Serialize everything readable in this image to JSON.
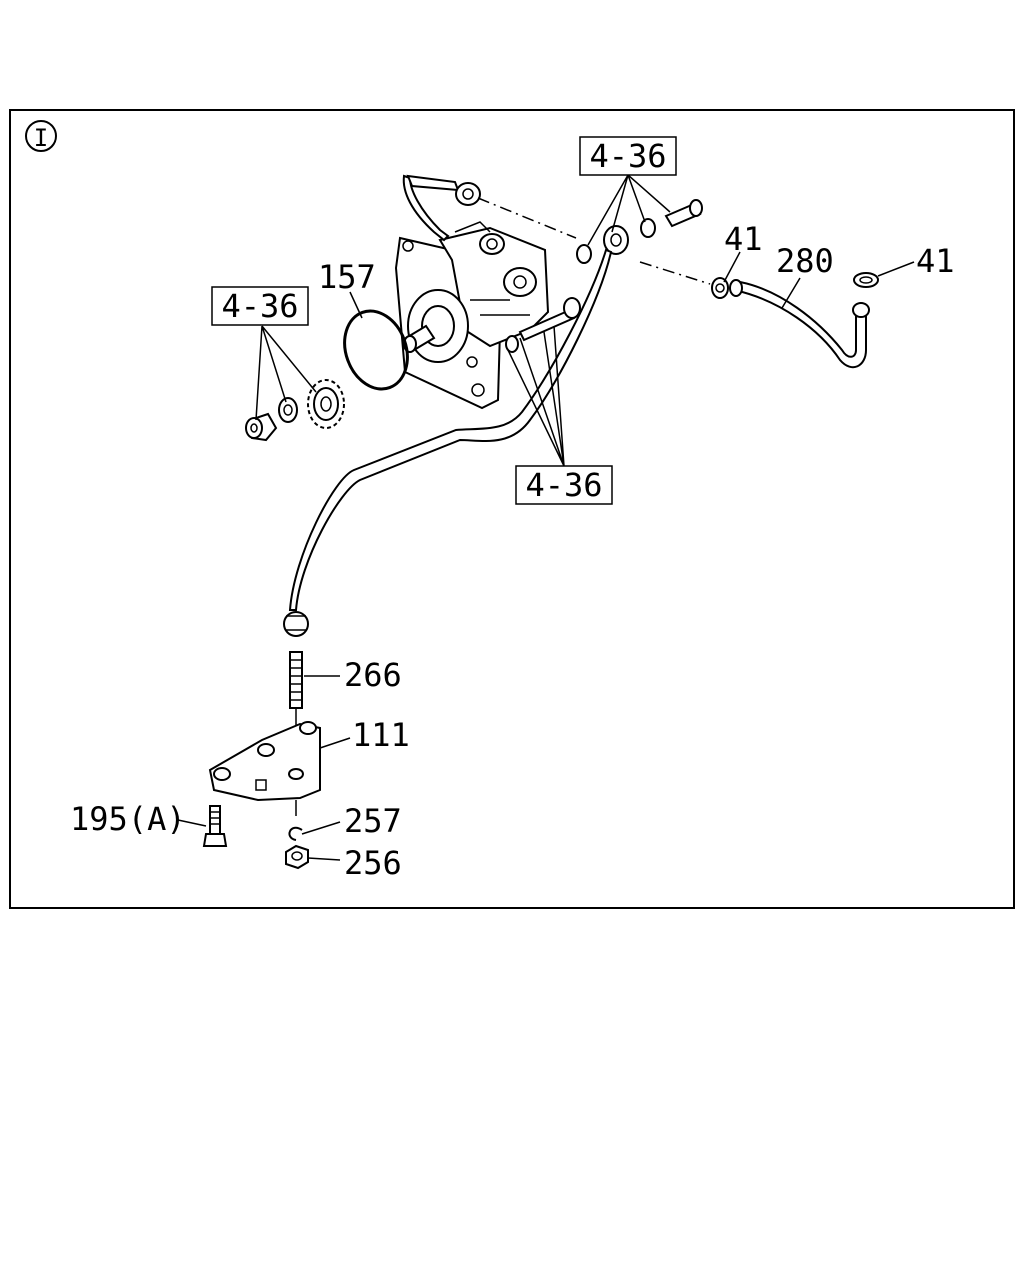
{
  "diagram": {
    "section_marker": "I",
    "callouts": {
      "ref_top_right": "4-36",
      "ref_left": "4-36",
      "ref_center": "4-36",
      "part_157": "157",
      "part_41_a": "41",
      "part_41_b": "41",
      "part_280": "280",
      "part_266": "266",
      "part_111": "111",
      "part_195a": "195(A)",
      "part_257": "257",
      "part_256": "256"
    }
  }
}
